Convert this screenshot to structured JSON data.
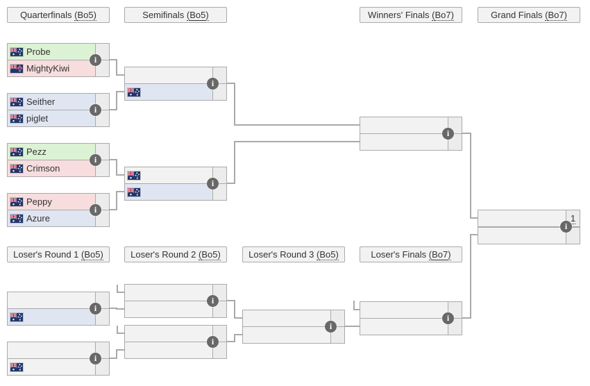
{
  "tournament": {
    "rounds_upper": [
      {
        "name": "Quarterfinals",
        "format": "Bo5"
      },
      {
        "name": "Semifinals",
        "format": "Bo5"
      },
      {
        "name": "Winners' Finals",
        "format": "Bo7"
      },
      {
        "name": "Grand Finals",
        "format": "Bo7"
      }
    ],
    "rounds_lower": [
      {
        "name": "Loser's Round 1",
        "format": "Bo5"
      },
      {
        "name": "Loser's Round 2",
        "format": "Bo5"
      },
      {
        "name": "Loser's Round 3",
        "format": "Bo5"
      },
      {
        "name": "Loser's Finals",
        "format": "Bo7"
      }
    ],
    "matches": [
      {
        "id": "qf1",
        "round": "Quarterfinals",
        "slots": [
          {
            "name": "Probe",
            "flag": "au",
            "status": "win",
            "score": ""
          },
          {
            "name": "MightyKiwi",
            "flag": "nz",
            "status": "loss",
            "score": ""
          }
        ]
      },
      {
        "id": "qf2",
        "round": "Quarterfinals",
        "slots": [
          {
            "name": "Seither",
            "flag": "au",
            "status": "tbd",
            "score": ""
          },
          {
            "name": "piglet",
            "flag": "au",
            "status": "tbd",
            "score": ""
          }
        ]
      },
      {
        "id": "qf3",
        "round": "Quarterfinals",
        "slots": [
          {
            "name": "Pezz",
            "flag": "au",
            "status": "win",
            "score": ""
          },
          {
            "name": "Crimson",
            "flag": "au",
            "status": "loss",
            "score": ""
          }
        ]
      },
      {
        "id": "qf4",
        "round": "Quarterfinals",
        "slots": [
          {
            "name": "Peppy",
            "flag": "au",
            "status": "loss",
            "score": ""
          },
          {
            "name": "Azure",
            "flag": "au",
            "status": "tbd",
            "score": ""
          }
        ]
      },
      {
        "id": "sf1",
        "round": "Semifinals",
        "slots": [
          {
            "name": "",
            "flag": "",
            "status": "empty",
            "score": ""
          },
          {
            "name": "",
            "flag": "au",
            "status": "tbd",
            "score": ""
          }
        ]
      },
      {
        "id": "sf2",
        "round": "Semifinals",
        "slots": [
          {
            "name": "",
            "flag": "au",
            "status": "empty",
            "score": ""
          },
          {
            "name": "",
            "flag": "au",
            "status": "tbd",
            "score": ""
          }
        ]
      },
      {
        "id": "wf",
        "round": "Winners' Finals",
        "slots": [
          {
            "name": "",
            "flag": "",
            "status": "empty",
            "score": ""
          },
          {
            "name": "",
            "flag": "",
            "status": "empty",
            "score": ""
          }
        ]
      },
      {
        "id": "gf",
        "round": "Grand Finals",
        "thick_divider": true,
        "slots": [
          {
            "name": "",
            "flag": "",
            "status": "empty",
            "score": "1"
          },
          {
            "name": "",
            "flag": "",
            "status": "empty",
            "score": ""
          }
        ]
      },
      {
        "id": "lr1m1",
        "round": "Loser's Round 1",
        "slots": [
          {
            "name": "",
            "flag": "",
            "status": "empty",
            "score": ""
          },
          {
            "name": "",
            "flag": "au",
            "status": "tbd",
            "score": ""
          }
        ]
      },
      {
        "id": "lr1m2",
        "round": "Loser's Round 1",
        "slots": [
          {
            "name": "",
            "flag": "",
            "status": "empty",
            "score": ""
          },
          {
            "name": "",
            "flag": "au",
            "status": "empty",
            "score": ""
          }
        ]
      },
      {
        "id": "lr2m1",
        "round": "Loser's Round 2",
        "slots": [
          {
            "name": "",
            "flag": "",
            "status": "empty",
            "score": ""
          },
          {
            "name": "",
            "flag": "",
            "status": "empty",
            "score": ""
          }
        ]
      },
      {
        "id": "lr2m2",
        "round": "Loser's Round 2",
        "slots": [
          {
            "name": "",
            "flag": "",
            "status": "empty",
            "score": ""
          },
          {
            "name": "",
            "flag": "",
            "status": "empty",
            "score": ""
          }
        ]
      },
      {
        "id": "lr3",
        "round": "Loser's Round 3",
        "slots": [
          {
            "name": "",
            "flag": "",
            "status": "empty",
            "score": ""
          },
          {
            "name": "",
            "flag": "",
            "status": "empty",
            "score": ""
          }
        ]
      },
      {
        "id": "lf",
        "round": "Loser's Finals",
        "slots": [
          {
            "name": "",
            "flag": "",
            "status": "empty",
            "score": ""
          },
          {
            "name": "",
            "flag": "",
            "status": "empty",
            "score": ""
          }
        ]
      }
    ]
  },
  "icons": {
    "info": "i",
    "flag_au": "flag-au-icon",
    "flag_nz": "flag-nz-icon"
  },
  "colors": {
    "win_bg": "#dcf2d4",
    "loss_bg": "#f7dddd",
    "tbd_bg": "#e0e5f2",
    "empty_bg": "#f2f2f2",
    "score_bg": "#ececec",
    "header_bg": "#f2f2f2",
    "border": "#aaaaaa",
    "connector": "#a9a9a9",
    "info_bg": "#686868",
    "text": "#333333",
    "flag_navy": "#21366b",
    "flag_red": "#c8102e"
  }
}
